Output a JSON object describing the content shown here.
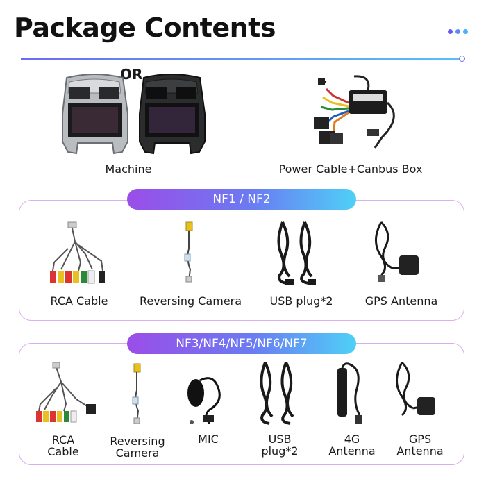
{
  "header": {
    "title": "Package Contents"
  },
  "top": {
    "or_label": "OR",
    "machine_label": "Machine",
    "power_label": "Power Cable+Canbus Box"
  },
  "section1": {
    "pill": "NF1  /  NF2",
    "items": [
      "RCA Cable",
      "Reversing Camera",
      "USB plug*2",
      "GPS Antenna"
    ]
  },
  "section2": {
    "pill": "NF3/NF4/NF5/NF6/NF7",
    "items": [
      [
        "RCA",
        "Cable"
      ],
      [
        "Reversing",
        "Camera"
      ],
      [
        "MIC"
      ],
      [
        "USB",
        "plug*2"
      ],
      [
        "4G",
        "Antenna"
      ],
      [
        "GPS",
        "Antenna"
      ]
    ]
  }
}
